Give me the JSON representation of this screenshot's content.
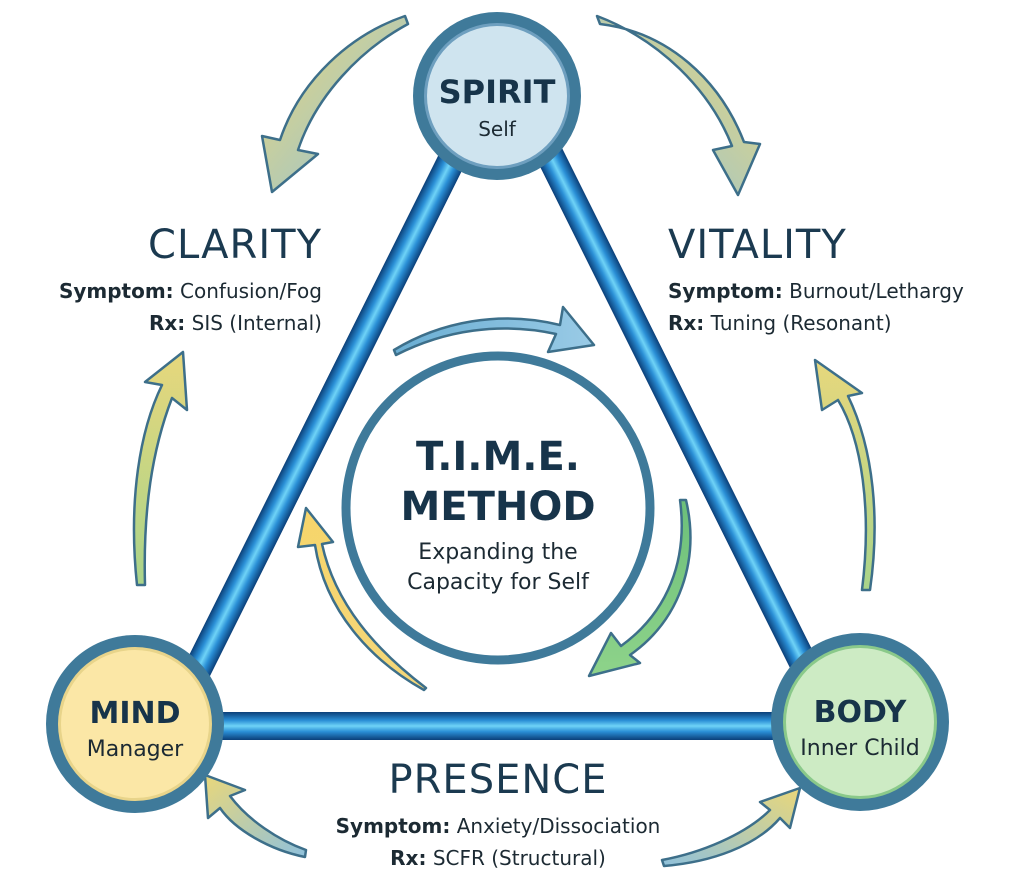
{
  "center": {
    "title_line1": "T.I.M.E.",
    "title_line2": "METHOD",
    "subtitle_line1": "Expanding the",
    "subtitle_line2": "Capacity for Self"
  },
  "nodes": {
    "spirit": {
      "title": "SPIRIT",
      "subtitle": "Self",
      "fill_color": "#cfe4ef"
    },
    "mind": {
      "title": "MIND",
      "subtitle": "Manager",
      "fill_color": "#fbe7a6"
    },
    "body": {
      "title": "BODY",
      "subtitle": "Inner Child",
      "fill_color": "#cdebc4"
    }
  },
  "dimensions": {
    "clarity": {
      "title": "CLARITY",
      "symptom_label": "Symptom:",
      "symptom_value": "Confusion/Fog",
      "rx_label": "Rx:",
      "rx_value": "SIS (Internal)"
    },
    "vitality": {
      "title": "VITALITY",
      "symptom_label": "Symptom:",
      "symptom_value": "Burnout/Lethargy",
      "rx_label": "Rx:",
      "rx_value": "Tuning (Resonant)"
    },
    "presence": {
      "title": "PRESENCE",
      "symptom_label": "Symptom:",
      "symptom_value": "Anxiety/Dissociation",
      "rx_label": "Rx:",
      "rx_value": "SCFR (Structural)"
    }
  },
  "colors": {
    "ring_stroke": "#3f7a9a",
    "edge_dark": "#0d4f8f",
    "edge_light": "#4fc3f0",
    "text_dark": "#17344a",
    "arrow_stroke": "#3d6f8a"
  }
}
